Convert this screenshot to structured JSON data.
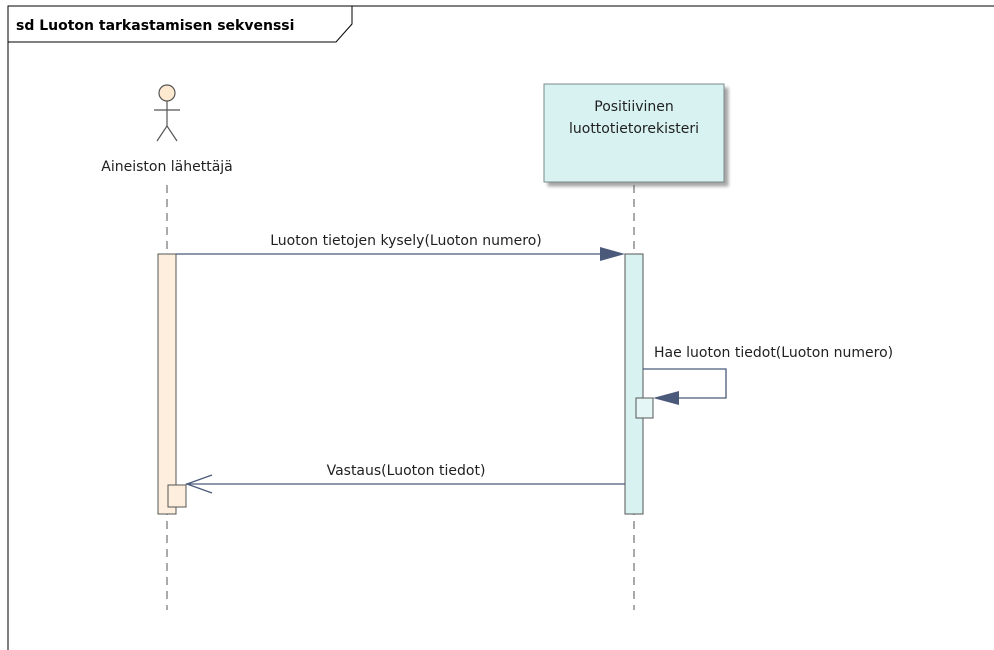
{
  "diagram": {
    "frame_title": "sd Luoton tarkastamisen sekvenssi",
    "actor": {
      "label": "Aineiston lähettäjä",
      "icon": "stick-figure-actor-icon"
    },
    "participant": {
      "label_line1": "Positiivinen",
      "label_line2": "luottotietorekisteri"
    },
    "messages": [
      {
        "label": "Luoton tietojen kysely(Luoton numero)",
        "kind": "sync-call"
      },
      {
        "label": "Hae luoton tiedot(Luoton numero)",
        "kind": "self-call"
      },
      {
        "label": "Vastaus(Luoton tiedot)",
        "kind": "reply"
      }
    ],
    "colors": {
      "actor_activation_fill": "#fdeedd",
      "actor_icon_fill": "#fde8d0",
      "participant_fill": "#d8f2f2",
      "participant_border": "#7a8a8a",
      "line": "#3a3a3a",
      "arrow": "#4b5a7a",
      "frame": "#000000"
    }
  }
}
